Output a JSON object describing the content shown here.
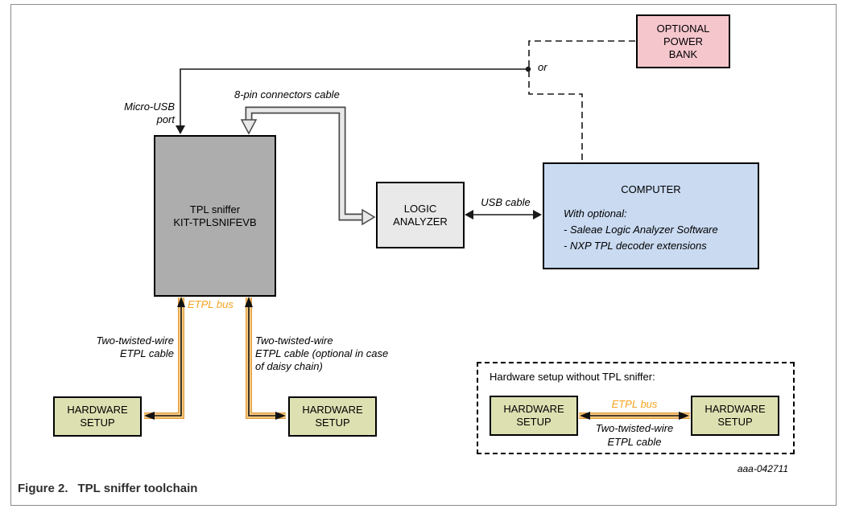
{
  "figure": {
    "caption_label": "Figure 2.",
    "caption_title": "TPL sniffer toolchain",
    "artifact_id": "aaa-042711"
  },
  "boxes": {
    "power_bank": {
      "label": "OPTIONAL\nPOWER\nBANK",
      "fill": "#F6C6CD"
    },
    "tpl_sniffer": {
      "label": "TPL sniffer\nKIT-TPLSNIFEVB",
      "fill": "#ADADAD"
    },
    "logic_analyzer": {
      "label": "LOGIC\nANALYZER",
      "fill": "#E9E9E9"
    },
    "computer": {
      "title": "COMPUTER",
      "details": "With optional:\n- Saleae Logic Analyzer Software\n- NXP TPL decoder extensions",
      "fill": "#C9DAF1"
    },
    "hardware_setup": {
      "label": "HARDWARE\nSETUP",
      "fill": "#DDE1B2"
    }
  },
  "labels": {
    "micro_usb": "Micro-USB\nport",
    "eight_pin": "8-pin connectors cable",
    "or": "or",
    "usb_cable": "USB cable",
    "etpl_bus": "ETPL bus",
    "cable_left": "Two-twisted-wire\nETPL cable",
    "cable_right": "Two-twisted-wire\nETPL cable (optional in case\nof daisy chain)"
  },
  "inset": {
    "title": "Hardware setup without TPL sniffer:",
    "etpl_bus": "ETPL bus",
    "cable": "Two-twisted-wire\nETPL cable"
  },
  "colors": {
    "accent_orange_text": "#F5A31F",
    "etpl_band": "#FBCD85",
    "etpl_band_edge": "#DE9A3C",
    "line_black": "#1a1a1a",
    "hollow_cable_fill": "#E8E8E8",
    "hollow_cable_edge": "#4a4a4a",
    "frame_border": "#8a8a8a"
  }
}
